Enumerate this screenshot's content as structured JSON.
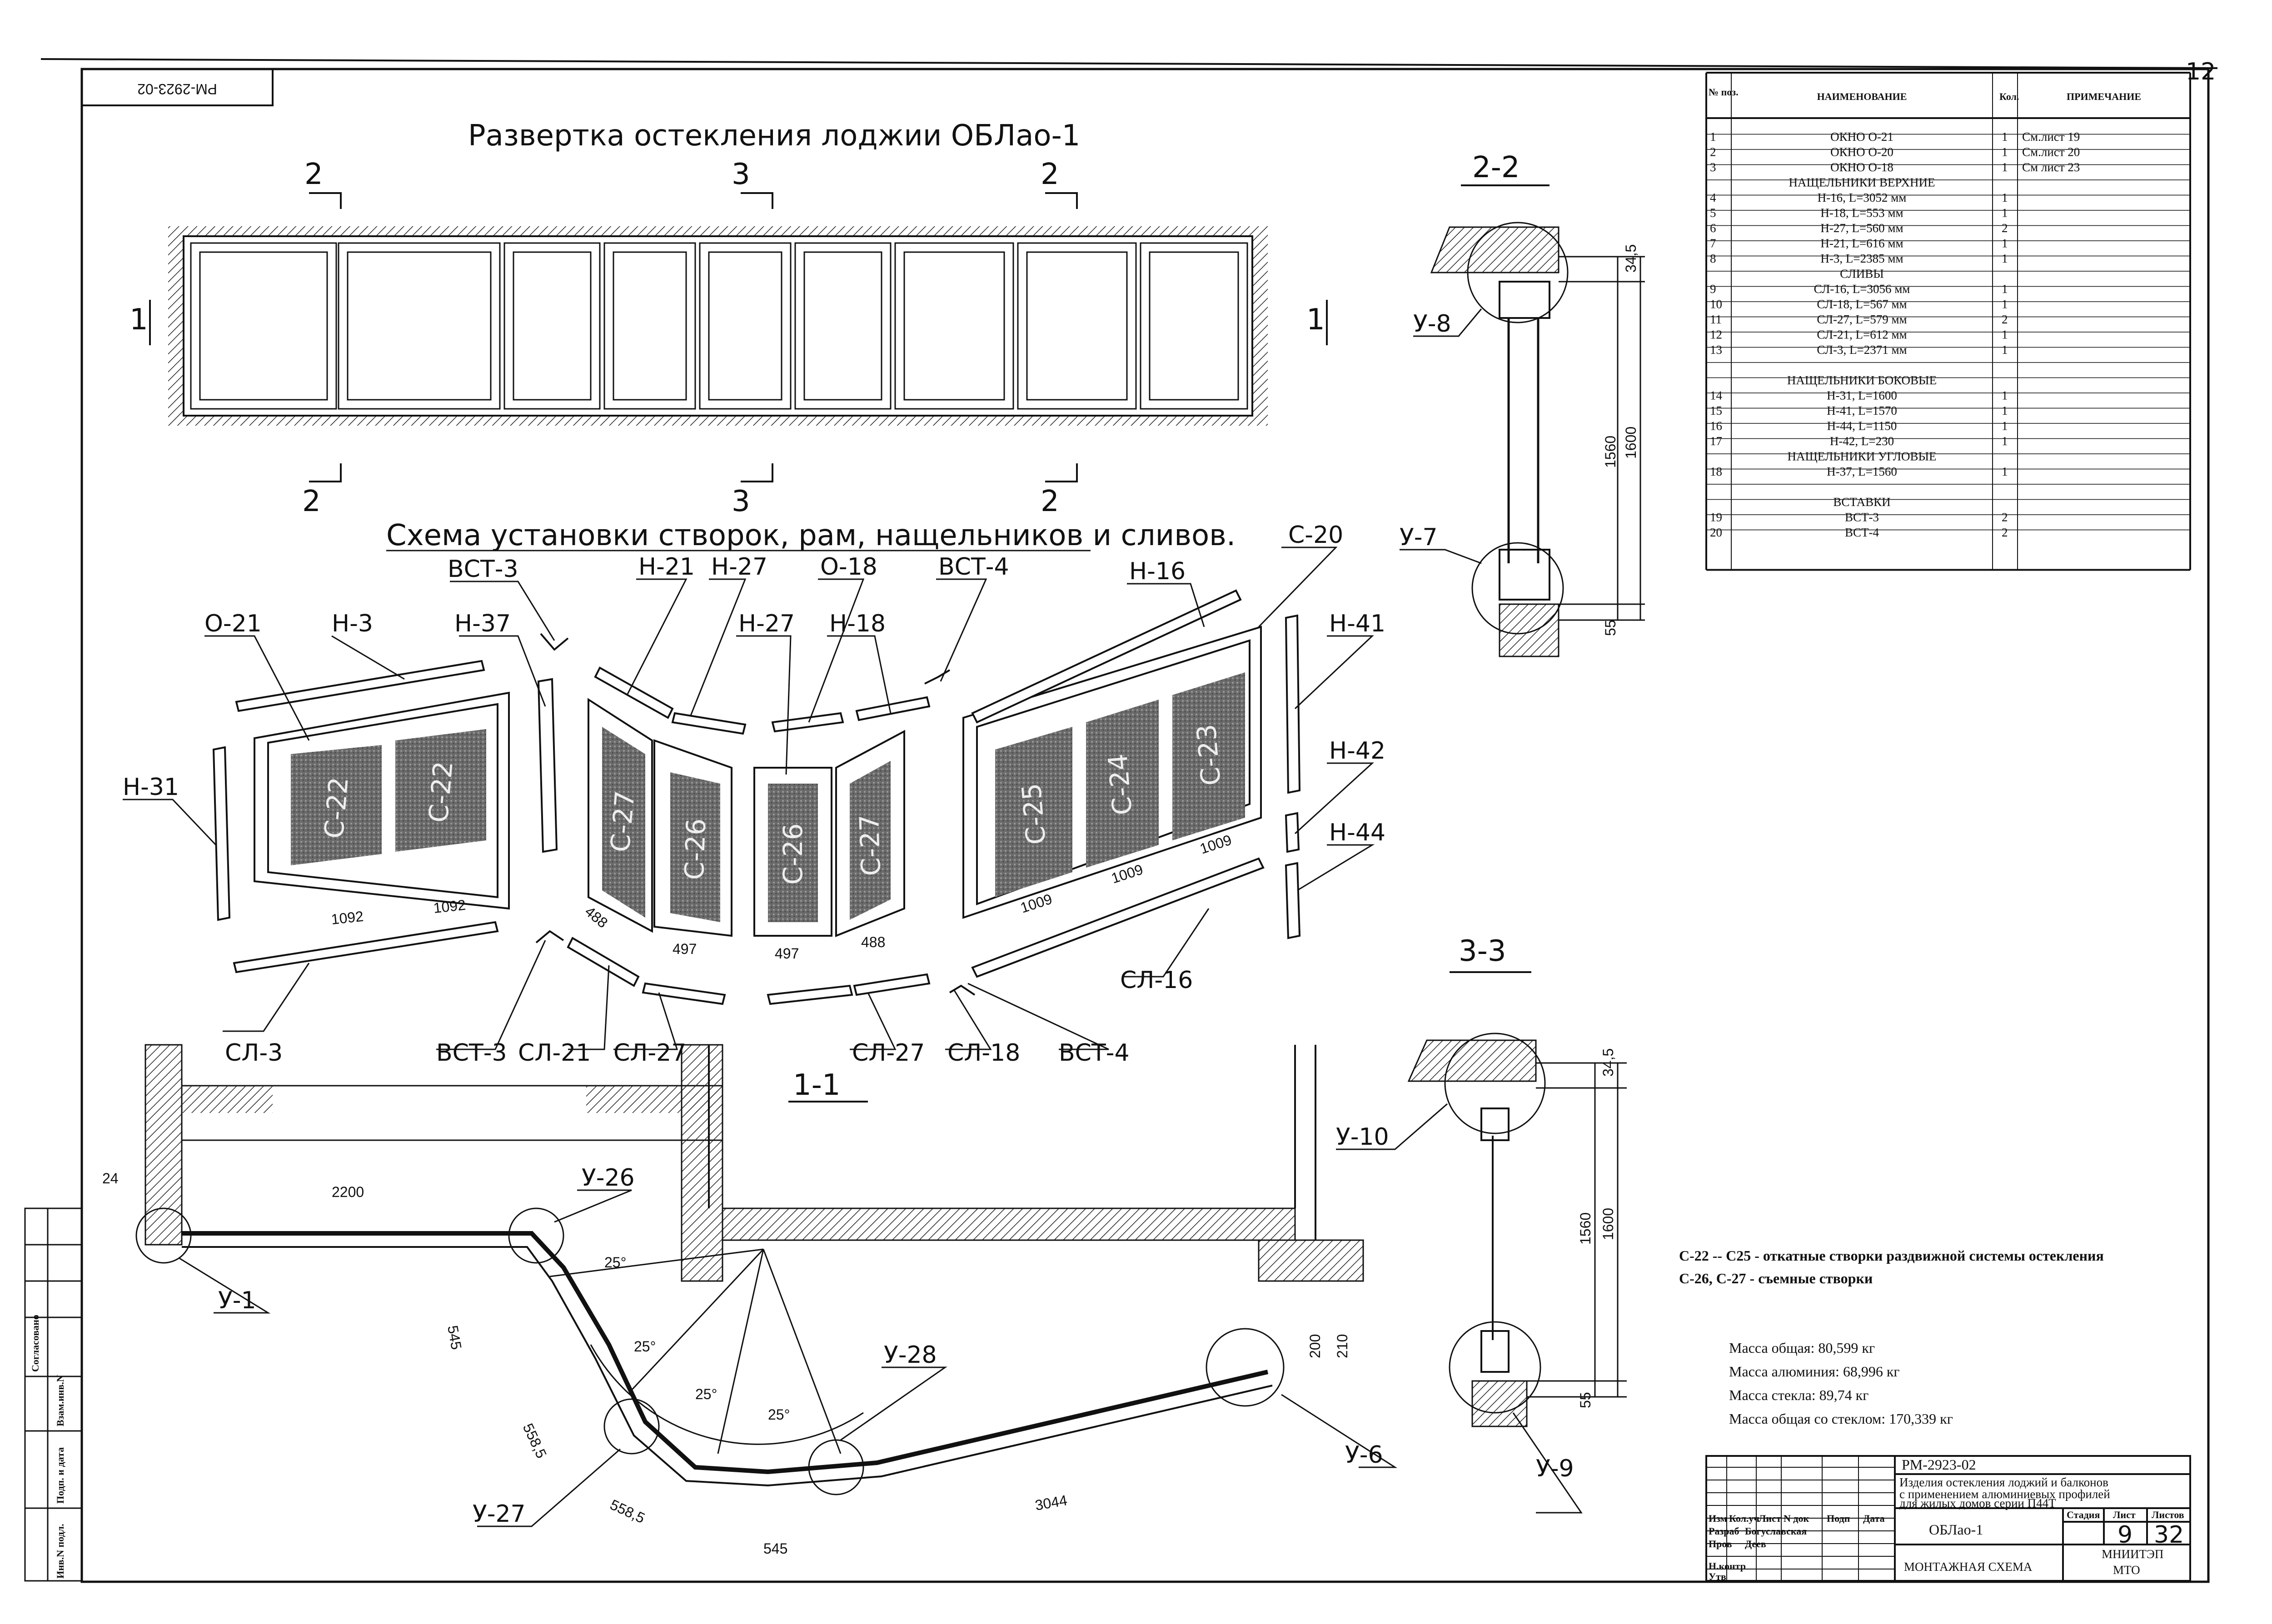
{
  "corner_code": "РМ-2923-02",
  "sheet_corner_num": "12",
  "titles": {
    "razvertka": "Развертка остекления лоджии ОБЛао-1",
    "scheme": "Схема установки створок, рам, нащельников и сливов."
  },
  "sections": {
    "s2": "2",
    "s3": "3",
    "s1": "1",
    "s2_2": "2-2",
    "s3_3": "3-3",
    "s1_1": "1-1"
  },
  "parts": {
    "o21": "О-21",
    "h3": "Н-3",
    "h37": "Н-37",
    "vst3_top": "ВСТ-3",
    "h21": "Н-21",
    "h27a": "Н-27",
    "o18": "О-18",
    "vst4_top": "ВСТ-4",
    "h16": "Н-16",
    "c20": "С-20",
    "h27b": "Н-27",
    "h18": "Н-18",
    "h31": "Н-31",
    "h41": "Н-41",
    "h42": "Н-42",
    "h44": "Н-44",
    "sl3": "СЛ-3",
    "vst3_bot": "ВСТ-3",
    "sl21": "СЛ-21",
    "sl27a": "СЛ-27",
    "sl27b": "СЛ-27",
    "sl18": "СЛ-18",
    "vst4_bot": "ВСТ-4",
    "sl16": "СЛ-16"
  },
  "sashes": {
    "c22a": "С-22",
    "c22b": "С-22",
    "c27a": "С-27",
    "c26a": "С-26",
    "c26b": "С-26",
    "c27b": "С-27",
    "c25": "С-25",
    "c24": "С-24",
    "c23": "С-23"
  },
  "dims": {
    "d1092a": "1092",
    "d1092b": "1092",
    "d488a": "488",
    "d497a": "497",
    "d497b": "497",
    "d488b": "488",
    "d1009a": "1009",
    "d1009b": "1009",
    "d1009c": "1009",
    "d24": "24",
    "d2200": "2200",
    "d545a": "545",
    "d5585a": "558,5",
    "d5585b": "558,5",
    "d545b": "545",
    "d3044": "3044",
    "d200": "200",
    "d210": "210",
    "a25a": "25°",
    "a25b": "25°",
    "a25c": "25°",
    "a25d": "25°",
    "d345a": "34,5",
    "d1560a": "1560",
    "d1600a": "1600",
    "d55a": "55",
    "d345b": "34,5",
    "d1560b": "1560",
    "d1600b": "1600",
    "d55b": "55"
  },
  "nodes": {
    "u8": "У-8",
    "u7": "У-7",
    "u10": "У-10",
    "u9": "У-9",
    "u1": "У-1",
    "u26": "У-26",
    "u27": "У-27",
    "u28": "У-28",
    "u6": "У-6"
  },
  "spec_table": {
    "headers": {
      "num": "№ поз.",
      "name": "НАИМЕНОВАНИЕ",
      "qty": "Кол.",
      "note": "ПРИМЕЧАНИЕ"
    },
    "rows": [
      {
        "n": "1",
        "name": "ОКНО О-21",
        "q": "1",
        "note": "См.лист 19"
      },
      {
        "n": "2",
        "name": "ОКНО О-20",
        "q": "1",
        "note": "См.лист 20"
      },
      {
        "n": "3",
        "name": "ОКНО О-18",
        "q": "1",
        "note": "См лист 23"
      },
      {
        "n": "",
        "name": "НАЩЕЛЬНИКИ ВЕРХНИЕ",
        "q": "",
        "note": ""
      },
      {
        "n": "4",
        "name": "Н-16, L=3052 мм",
        "q": "1",
        "note": ""
      },
      {
        "n": "5",
        "name": "Н-18, L=553 мм",
        "q": "1",
        "note": ""
      },
      {
        "n": "6",
        "name": "Н-27, L=560 мм",
        "q": "2",
        "note": ""
      },
      {
        "n": "7",
        "name": "Н-21, L=616 мм",
        "q": "1",
        "note": ""
      },
      {
        "n": "8",
        "name": "Н-3, L=2385 мм",
        "q": "1",
        "note": ""
      },
      {
        "n": "",
        "name": "СЛИВЫ",
        "q": "",
        "note": ""
      },
      {
        "n": "9",
        "name": "СЛ-16, L=3056 мм",
        "q": "1",
        "note": ""
      },
      {
        "n": "10",
        "name": "СЛ-18, L=567 мм",
        "q": "1",
        "note": ""
      },
      {
        "n": "11",
        "name": "СЛ-27, L=579 мм",
        "q": "2",
        "note": ""
      },
      {
        "n": "12",
        "name": "СЛ-21, L=612 мм",
        "q": "1",
        "note": ""
      },
      {
        "n": "13",
        "name": "СЛ-3, L=2371 мм",
        "q": "1",
        "note": ""
      },
      {
        "n": "",
        "name": "",
        "q": "",
        "note": ""
      },
      {
        "n": "",
        "name": "НАЩЕЛЬНИКИ БОКОВЫЕ",
        "q": "",
        "note": ""
      },
      {
        "n": "14",
        "name": "Н-31, L=1600",
        "q": "1",
        "note": ""
      },
      {
        "n": "15",
        "name": "Н-41, L=1570",
        "q": "1",
        "note": ""
      },
      {
        "n": "16",
        "name": "Н-44, L=1150",
        "q": "1",
        "note": ""
      },
      {
        "n": "17",
        "name": "Н-42, L=230",
        "q": "1",
        "note": ""
      },
      {
        "n": "",
        "name": "НАЩЕЛЬНИКИ УГЛОВЫЕ",
        "q": "",
        "note": ""
      },
      {
        "n": "18",
        "name": "Н-37, L=1560",
        "q": "1",
        "note": ""
      },
      {
        "n": "",
        "name": "",
        "q": "",
        "note": ""
      },
      {
        "n": "",
        "name": "ВСТАВКИ",
        "q": "",
        "note": ""
      },
      {
        "n": "19",
        "name": "ВСТ-3",
        "q": "2",
        "note": ""
      },
      {
        "n": "20",
        "name": "ВСТ-4",
        "q": "2",
        "note": ""
      }
    ]
  },
  "notes": {
    "line1": "С-22 -- С25  -  откатные створки раздвижной системы остекления",
    "line2": "С-26, С-27 -  съемные створки",
    "mass_total": "Масса общая: 80,599 кг",
    "mass_al": "Масса алюминия: 68,996 кг",
    "mass_glass": "Масса стекла: 89,74 кг",
    "mass_with_glass": "Масса общая со стеклом: 170,339 кг"
  },
  "title_block": {
    "code": "РМ-2923-02",
    "desc1": "Изделия остекления лоджий и балконов",
    "desc2": "с применением алюминиевых профилей",
    "desc3": "для жилых домов серии П44Т",
    "item": "ОБЛао-1",
    "drawing": "МОНТАЖНАЯ СХЕМА",
    "stage_h": "Стадия",
    "sheet_h": "Лист",
    "sheets_h": "Листов",
    "sheet": "9",
    "sheets": "32",
    "org1": "МНИИТЭП",
    "org2": "МТО",
    "r_izm": "Изм",
    "r_kol": "Кол.уч",
    "r_list": "Лист",
    "r_ndok": "N док",
    "r_podp": "Подп",
    "r_data": "Дата",
    "r_razrab": "Разраб",
    "r_prov": "Пров",
    "r_nkontr": "Н.контр",
    "r_utv": "Утв",
    "n_razrab": "Богуславская",
    "n_prov": "Деев"
  },
  "side_stamp": {
    "inv": "Инв.N подл.",
    "podp": "Подп. и дата",
    "vzam": "Взам.инв.N",
    "sogl": "Согласовано"
  }
}
